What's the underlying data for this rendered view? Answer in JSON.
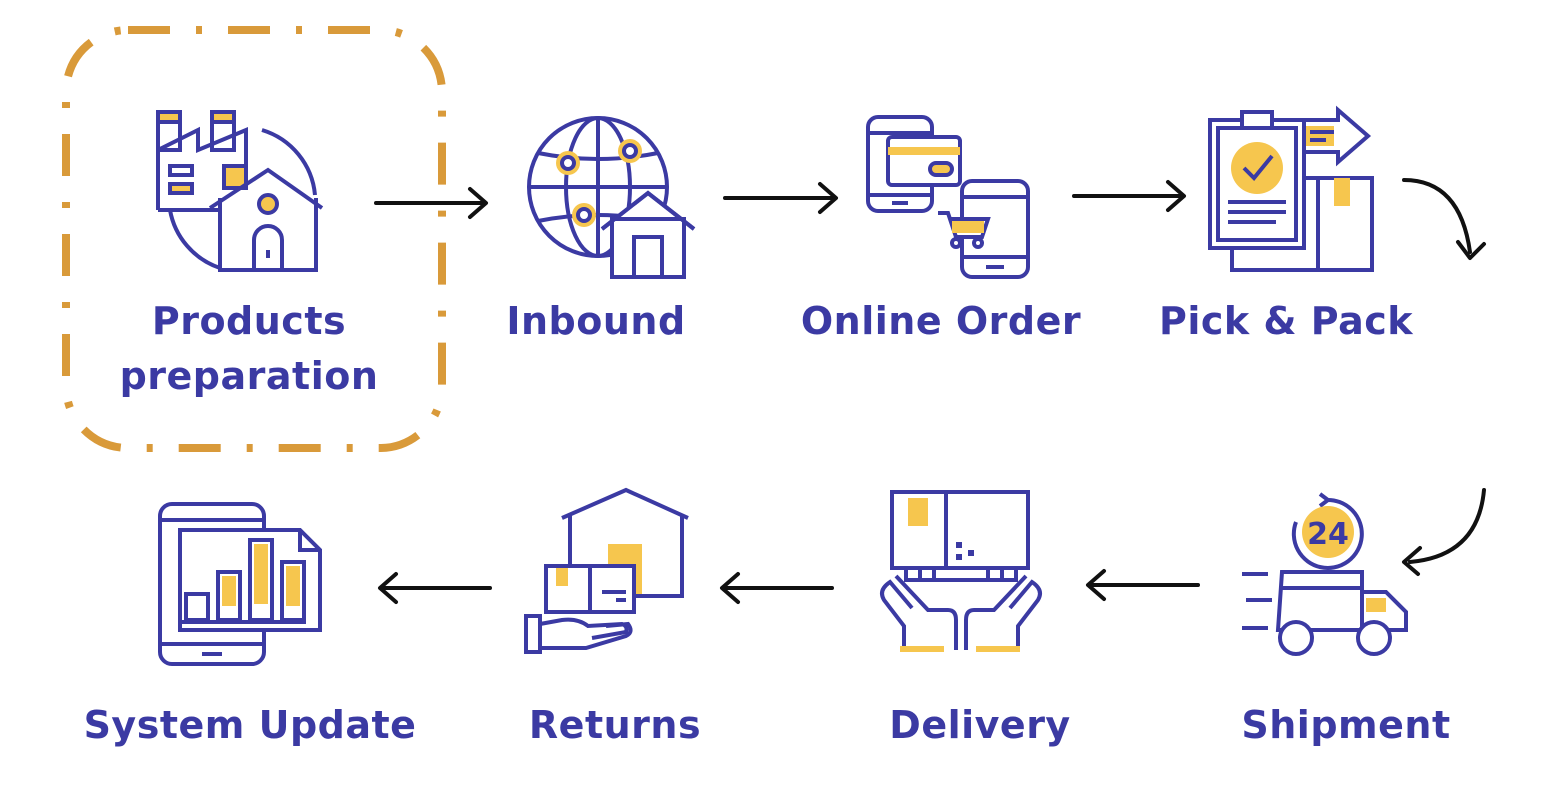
{
  "colors": {
    "primary": "#3b3aa3",
    "accent": "#f6c64e",
    "highlight": "#d99a3a",
    "arrow": "#111111"
  },
  "steps": [
    {
      "label": "Products preparation",
      "icon": "factory-icon"
    },
    {
      "label": "Inbound",
      "icon": "globe-warehouse-icon"
    },
    {
      "label": "Online Order",
      "icon": "mobile-payment-cart-icon"
    },
    {
      "label": "Pick & Pack",
      "icon": "clipboard-box-icon"
    },
    {
      "label": "Shipment",
      "icon": "delivery-truck-24-icon"
    },
    {
      "label": "Delivery",
      "icon": "hands-box-icon"
    },
    {
      "label": "Returns",
      "icon": "return-package-icon"
    },
    {
      "label": "System Update",
      "icon": "tablet-chart-icon"
    }
  ],
  "labels": {
    "products_line1": "Products",
    "products_line2": "preparation"
  }
}
